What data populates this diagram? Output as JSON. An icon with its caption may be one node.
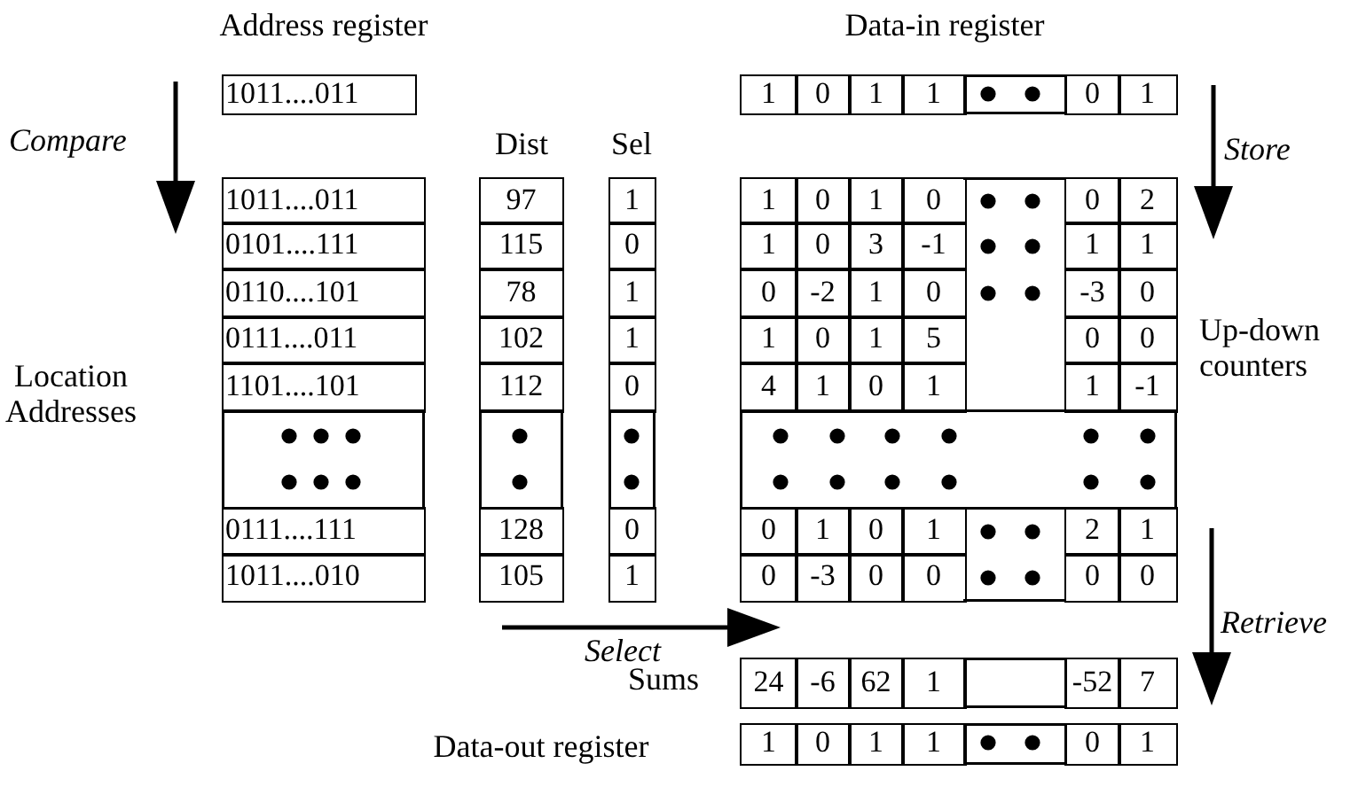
{
  "diagram": {
    "labels": [
      "Address register",
      "Data-in register",
      "1011....011",
      "1",
      "0",
      "1",
      "1",
      "0",
      "1",
      "Compare",
      "Dist",
      "Sel",
      "Store",
      "1011....011",
      "97",
      "1",
      "1",
      "0",
      "1",
      "0",
      "0",
      "2",
      "0101....111",
      "115",
      "0",
      "1",
      "0",
      "3",
      "-1",
      "1",
      "1",
      "0110....101",
      "78",
      "1",
      "0",
      "-2",
      "1",
      "0",
      "-3",
      "0",
      "0111....011",
      "102",
      "1",
      "1",
      "0",
      "1",
      "5",
      "0",
      "0",
      "Up-down counters",
      "Location Addresses",
      "1101....101",
      "112",
      "0",
      "4",
      "1",
      "0",
      "1",
      "1",
      "-1",
      "0111....111",
      "128",
      "0",
      "0",
      "1",
      "0",
      "1",
      "2",
      "1",
      "1011....010",
      "105",
      "1",
      "0",
      "-3",
      "0",
      "0",
      "0",
      "0",
      "Select",
      "Retrieve",
      "Sums",
      "24",
      "-6",
      "62",
      "1",
      "-52",
      "7",
      "Data-out register",
      "1",
      "0",
      "1",
      "1",
      "0",
      "1"
    ]
  }
}
